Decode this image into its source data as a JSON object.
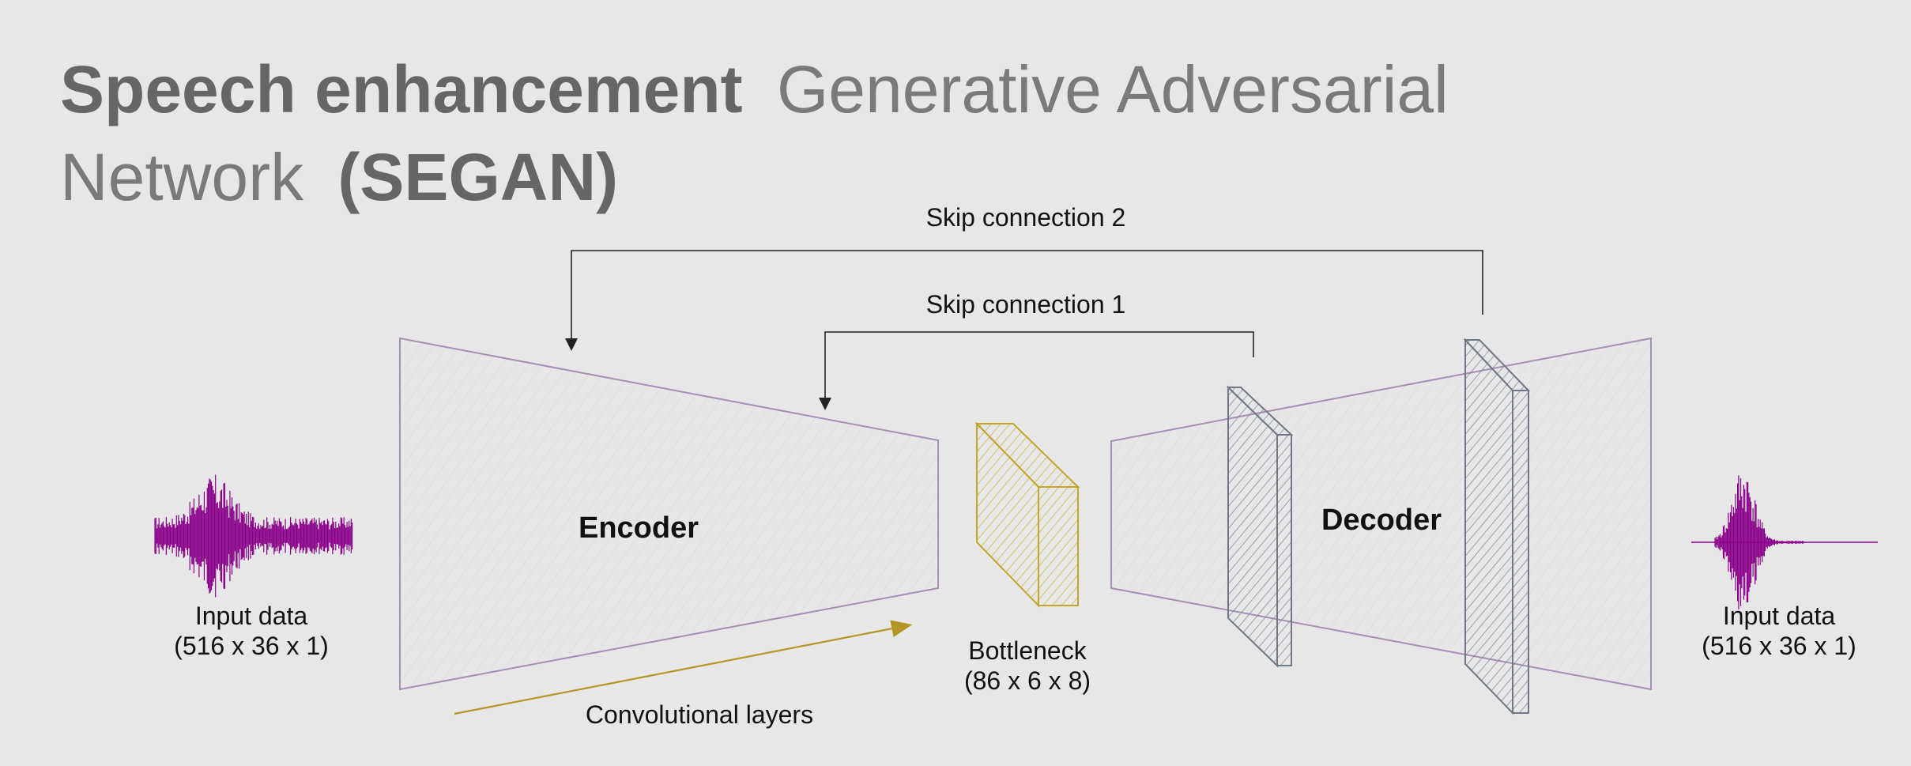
{
  "title": {
    "bold_part": "Speech enhancement",
    "light_part": "Generative Adversarial",
    "line2_light": "Network",
    "line2_bold": "(SEGAN)"
  },
  "labels": {
    "skip2": "Skip connection 2",
    "skip1": "Skip connection 1",
    "encoder": "Encoder",
    "decoder": "Decoder",
    "bottleneck_name": "Bottleneck",
    "bottleneck_dims": "(86 x 6 x 8)",
    "conv_layers": "Convolutional layers",
    "input_left_name": "Input data",
    "input_left_dims": "(516 x 36 x 1)",
    "input_right_name": "Input data",
    "input_right_dims": "(516 x 36 x 1)"
  },
  "colors": {
    "background": "#e7e7e7",
    "title": "#666666",
    "encoder_outline": "#a58fb3",
    "bottleneck": "#d8c64a",
    "decoder_layer": "#7d8590",
    "waveform": "#8b008b",
    "arrow_conv": "#c2a52b",
    "lines": "#222222"
  },
  "icons": {
    "left_waveform": "noisy-waveform-icon",
    "right_waveform": "clean-waveform-icon"
  }
}
